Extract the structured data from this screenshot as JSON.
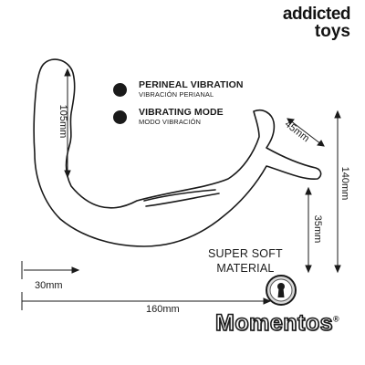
{
  "brand": {
    "line1": "addicted",
    "line2": "toys"
  },
  "features": [
    {
      "title": "PERINEAL VIBRATION",
      "subtitle": "VIBRACIÓN PERIANAL"
    },
    {
      "title": "VIBRATING MODE",
      "subtitle": "MODO VIBRACIÓN"
    }
  ],
  "dimensions": {
    "probe_length": "105mm",
    "tip_width": "45mm",
    "total_height": "140mm",
    "tail_height": "35mm",
    "base_width": "30mm",
    "total_length": "160mm"
  },
  "material": {
    "line1": "SUPER SOFT",
    "line2": "MATERIAL"
  },
  "logo": {
    "name": "Momentos",
    "mark": "®"
  },
  "colors": {
    "ink": "#1a1a1a",
    "background": "#ffffff"
  }
}
